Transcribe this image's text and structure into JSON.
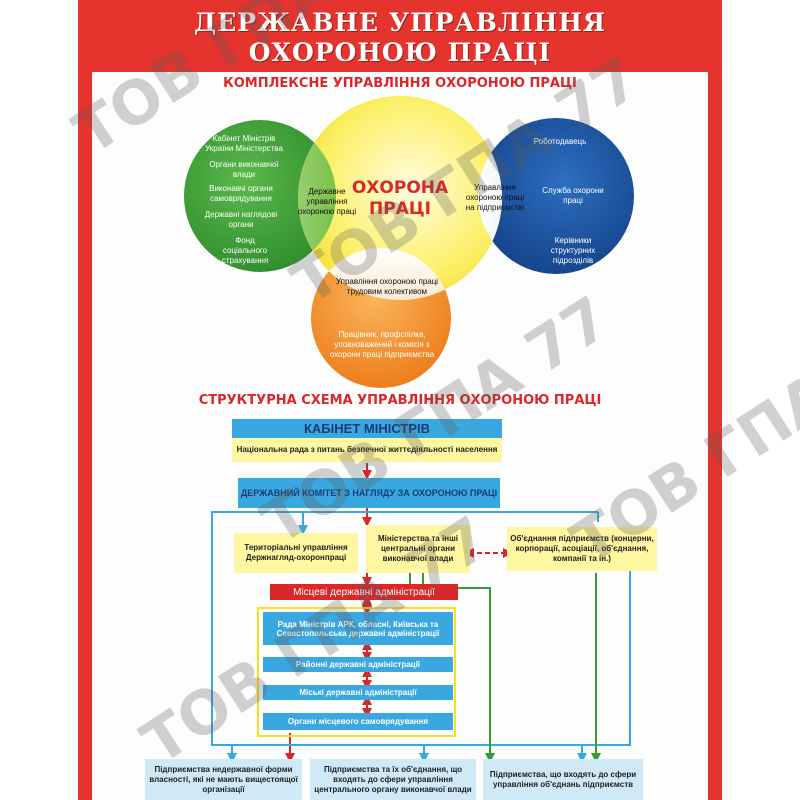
{
  "title_line1": "ДЕРЖАВНЕ УПРАВЛІННЯ",
  "title_line2": "ОХОРОНОЮ ПРАЦІ",
  "section1": "КОМПЛЕКСНЕ УПРАВЛІННЯ ОХОРОНОЮ ПРАЦІ",
  "section2": "СТРУКТУРНА СХЕМА УПРАВЛІННЯ ОХОРОНОЮ ПРАЦІ",
  "venn": {
    "center_line1": "ОХОРОНА",
    "center_line2": "ПРАЦІ",
    "green_items": [
      "Кабінет Міністрів України Міністерства",
      "Органи виконавчої влади",
      "Виконавчі органи самоврядування",
      "Державні наглядові органи",
      "Фонд соціального страхування"
    ],
    "green_yellow_overlap": "Державне управління охороною праці",
    "blue_items": [
      "Роботодавець",
      "Служба охорони праці",
      "Керівники структурних підрозділів"
    ],
    "blue_yellow_overlap": "Управління охороною праці на підприємстві",
    "orange_overlap": "Управління охороною праці трудовим колективом",
    "orange_text": "Працівник, профспілка, уповноважений і комісія з охорони праці підприємства"
  },
  "scheme": {
    "cabinet": "КАБІНЕТ МІНІСТРІВ",
    "national_council": "Національна рада з питань безпечної життєдіяльності населення",
    "state_committee": "ДЕРЖАВНИЙ КОМІТЕТ З НАГЛЯДУ ЗА ОХОРОНОЮ ПРАЦІ",
    "territorial": "Територіальні управління Держнагляд-охоронпраці",
    "ministries": "Міністерства та інші центральні органи виконавчої влади",
    "associations": "Об'єднання підприємств (концерни, корпорації, асоціації, об'єднання, компанії та ін.)",
    "local_admins": "Місцеві державні адміністрації",
    "rada_arc": "Рада Міністрів АРК, обласні, Київська та Севастопольська державні адміністрації",
    "district_admins": "Районні державні адміністрації",
    "city_admins": "Міські державні адміністрації",
    "self_gov": "Органи місцевого самоврядування",
    "bottom1": "Підприємства недержавної форми власності, які не мають вищестоящої організації",
    "bottom2": "Підприємства та їх об'єднання, що входять до сфери управління центрального органу виконавчої влади",
    "bottom3": "Підприємства, що входять до сфери управління об'єднань підприємств"
  },
  "watermark": "ТОВ ГПА 77",
  "colors": {
    "frame_red": "#e5342d",
    "green": "#3a9a3a",
    "yellow": "#fcec2e",
    "blue": "#1b5aa5",
    "orange": "#f08a24",
    "box_blue": "#3aa8e0",
    "box_yellow": "#fef6a0"
  }
}
